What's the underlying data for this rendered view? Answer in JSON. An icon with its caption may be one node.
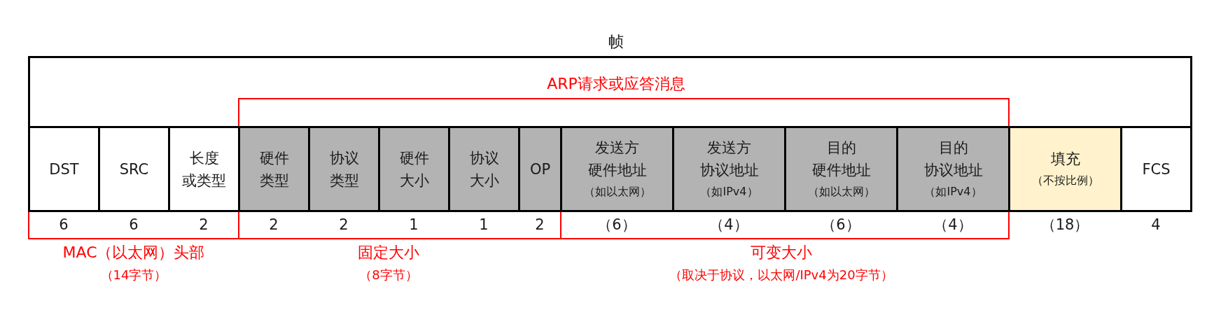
{
  "diagram": {
    "nodes": [
      {
        "text": [
          "帧"
        ]
      },
      {
        "text": [
          "ARP请求或应答消息"
        ],
        "in": 0
      },
      {
        "text": [
          "DST"
        ],
        "in": 0
      },
      {
        "text": [
          "SRC"
        ],
        "in": 0
      },
      {
        "text": [
          "长度或类型"
        ],
        "in": 0
      },
      {
        "text": [
          "硬件类型"
        ],
        "in": 1
      },
      {
        "text": [
          "协议类型"
        ],
        "in": 1
      },
      {
        "text": [
          "硬件大小"
        ],
        "in": 1
      },
      {
        "text": [
          "协议大小"
        ],
        "in": 1
      },
      {
        "text": [
          "OP"
        ],
        "in": 1
      },
      {
        "text": [
          "发送方硬件地址",
          "（如以太网）"
        ],
        "in": 1
      },
      {
        "text": [
          "发送方协议地址",
          "（如IPv4）"
        ],
        "in": 1
      },
      {
        "text": [
          "目的硬件地址",
          "（如以太网）"
        ],
        "in": 1
      },
      {
        "text": [
          "目的协议地址",
          "（如IPv4）"
        ],
        "in": 1
      },
      {
        "text": [
          "填充",
          "（不按比例）"
        ],
        "in": 0
      },
      {
        "text": [
          "FCS"
        ],
        "in": 0
      },
      {
        "text": [
          "MAC（以太网）头部",
          "（14字节）"
        ]
      },
      {
        "text": [
          "固定大小",
          "（8字节）"
        ]
      },
      {
        "text": [
          "可变大小",
          "（取决于协议，以太网/IPv4为20字节）"
        ]
      }
    ],
    "labels": [
      "6",
      "6",
      "2",
      "2",
      "2",
      "1",
      "1",
      "2",
      "（6）",
      "（4）",
      "（6）",
      "（4）",
      "（18）",
      "4"
    ]
  }
}
